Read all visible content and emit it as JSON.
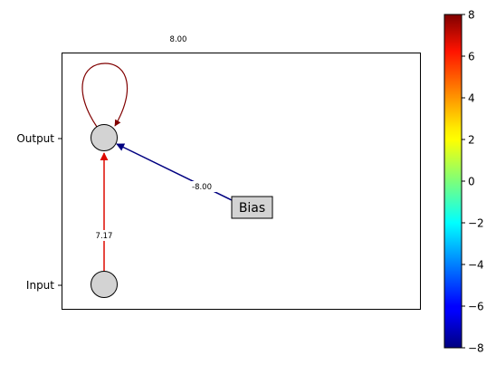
{
  "chart_data": {
    "type": "network-diagram",
    "y_tick_labels": [
      "Output",
      "Input"
    ],
    "nodes": [
      {
        "id": "output",
        "label": "Output"
      },
      {
        "id": "input",
        "label": "Input"
      },
      {
        "id": "bias",
        "label": "Bias"
      }
    ],
    "edges": [
      {
        "from": "output",
        "to": "output",
        "weight": 8.0,
        "label": "8.00",
        "color": "#800000"
      },
      {
        "from": "input",
        "to": "output",
        "weight": 7.17,
        "label": "7.17",
        "color": "#dd0a00"
      },
      {
        "from": "bias",
        "to": "output",
        "weight": -8.0,
        "label": "-8.00",
        "color": "#000080"
      }
    ],
    "colorbar": {
      "colormap": "jet",
      "min": -8,
      "max": 8,
      "ticks": [
        "8",
        "6",
        "4",
        "2",
        "0",
        "−2",
        "−4",
        "−6",
        "−8"
      ]
    }
  }
}
